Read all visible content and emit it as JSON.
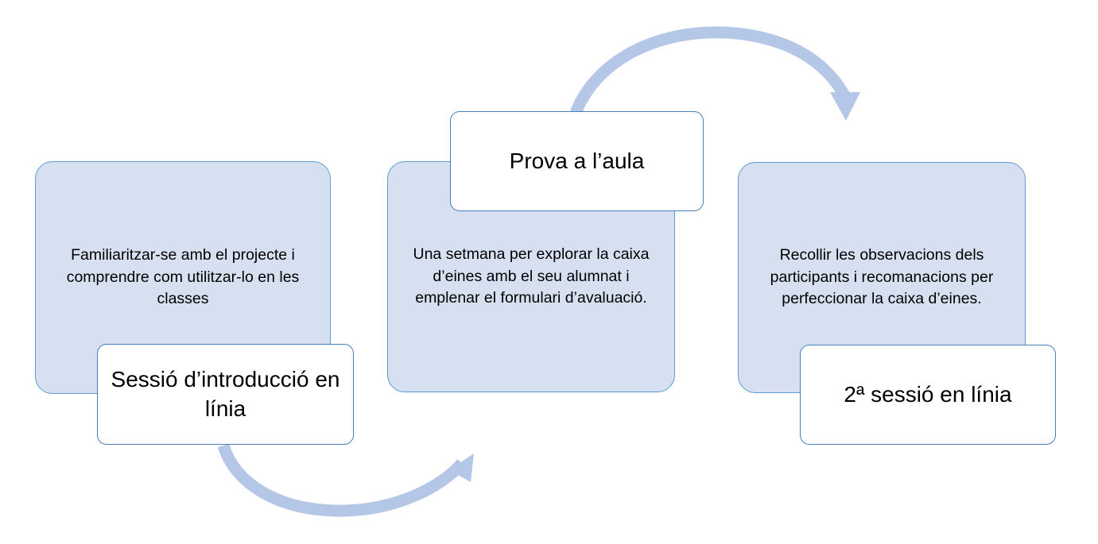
{
  "diagram": {
    "title": "",
    "colors": {
      "box_fill": "#D6E0F0",
      "box_border": "#5B9BD5",
      "card_fill": "#FFFFFF",
      "card_border": "#4A7EBB",
      "arrow": "#B4C7E7",
      "text": "#000000",
      "background": "#FFFFFF"
    },
    "stages": [
      {
        "id": "stage-1",
        "title": "Sessió d’introducció en línia",
        "description": "Familiaritzar-se amb el projecte i comprendre com utilitzar-lo en les classes"
      },
      {
        "id": "stage-2",
        "title": "Prova a l’aula",
        "description": "Una setmana per explorar la caixa d’eines amb el seu alumnat i emplenar el formulari d’avaluació."
      },
      {
        "id": "stage-3",
        "title": "2ª sessió en línia",
        "description": "Recollir les observacions dels participants i recomanacions per perfeccionar la caixa d’eines."
      }
    ],
    "arrows": [
      {
        "id": "arrow-stage1-to-stage2",
        "name": "curved-arrow-down-right",
        "from": "stage-1",
        "to": "stage-2",
        "direction": "left-to-right",
        "curvature": "concave-down"
      },
      {
        "id": "arrow-stage2-to-stage3",
        "name": "curved-arrow-up-right",
        "from": "stage-2",
        "to": "stage-3",
        "direction": "left-to-right",
        "curvature": "convex-up"
      }
    ]
  }
}
